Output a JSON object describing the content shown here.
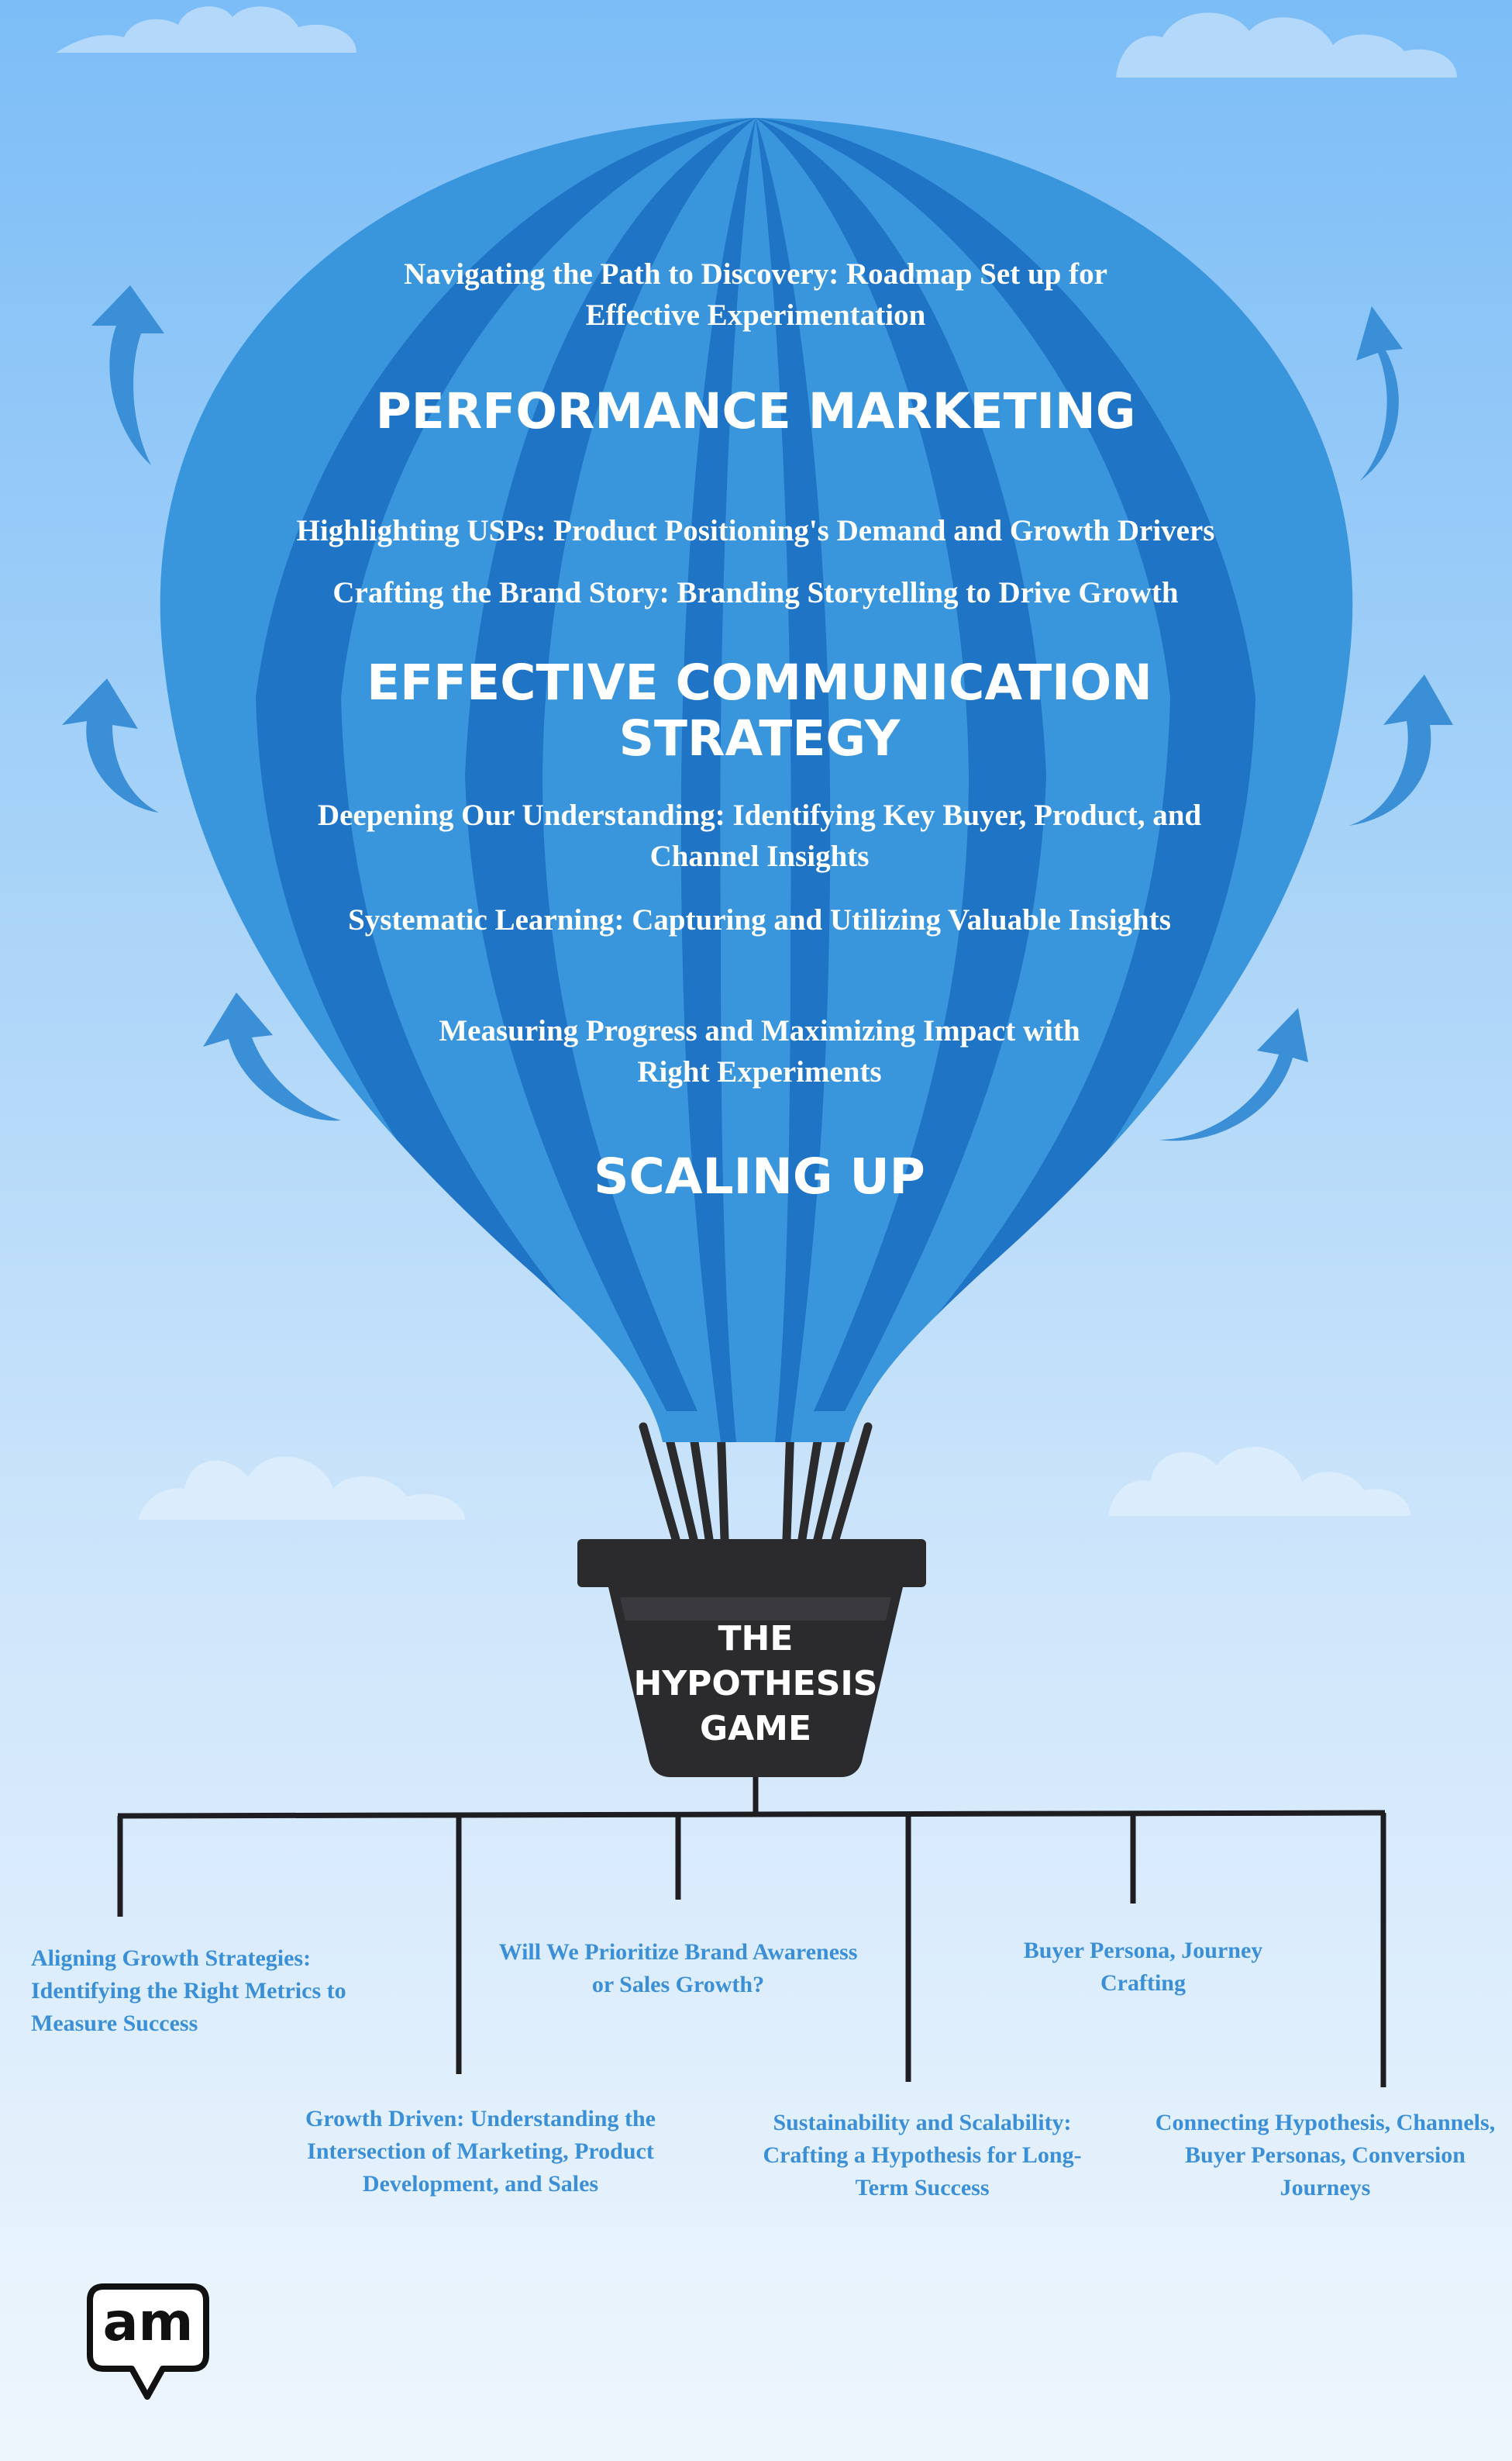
{
  "balloon": {
    "items": [
      {
        "text": "Navigating the Path to Discovery: Roadmap Set up for Effective Experimentation",
        "kind": "subtopic"
      },
      {
        "text": "PERFORMANCE MARKETING",
        "kind": "heading"
      },
      {
        "text": "Highlighting USPs: Product Positioning's Demand and Growth Drivers",
        "kind": "subtopic"
      },
      {
        "text": "Crafting the Brand Story: Branding Storytelling to Drive Growth",
        "kind": "subtopic"
      },
      {
        "text": "EFFECTIVE COMMUNICATION STRATEGY",
        "kind": "heading"
      },
      {
        "text": "Deepening Our Understanding: Identifying Key Buyer, Product, and Channel Insights",
        "kind": "subtopic"
      },
      {
        "text": "Systematic Learning: Capturing and Utilizing Valuable Insights",
        "kind": "subtopic"
      },
      {
        "text": "Measuring Progress and Maximizing Impact with Right Experiments",
        "kind": "subtopic"
      },
      {
        "text": "SCALING UP",
        "kind": "heading"
      }
    ]
  },
  "basket": {
    "label": "THE HYPOTHESIS GAME"
  },
  "branches": [
    {
      "text": "Aligning Growth Strategies: Identifying the Right Metrics to Measure Success"
    },
    {
      "text": "Growth Driven: Understanding the Intersection of Marketing, Product Development, and Sales"
    },
    {
      "text": "Will We Prioritize  Brand Awareness or Sales Growth?"
    },
    {
      "text": "Sustainability and Scalability: Crafting a Hypothesis for Long-Term Success"
    },
    {
      "text": "Buyer Persona, Journey Crafting"
    },
    {
      "text": "Connecting Hypothesis, Channels, Buyer Personas, Conversion Journeys"
    }
  ],
  "logo": {
    "text": "am"
  },
  "colors": {
    "balloon_light": "#3a96dc",
    "balloon_dark": "#1f74c6",
    "basket": "#2b2b2e",
    "text_blue": "#3a8fd6"
  }
}
